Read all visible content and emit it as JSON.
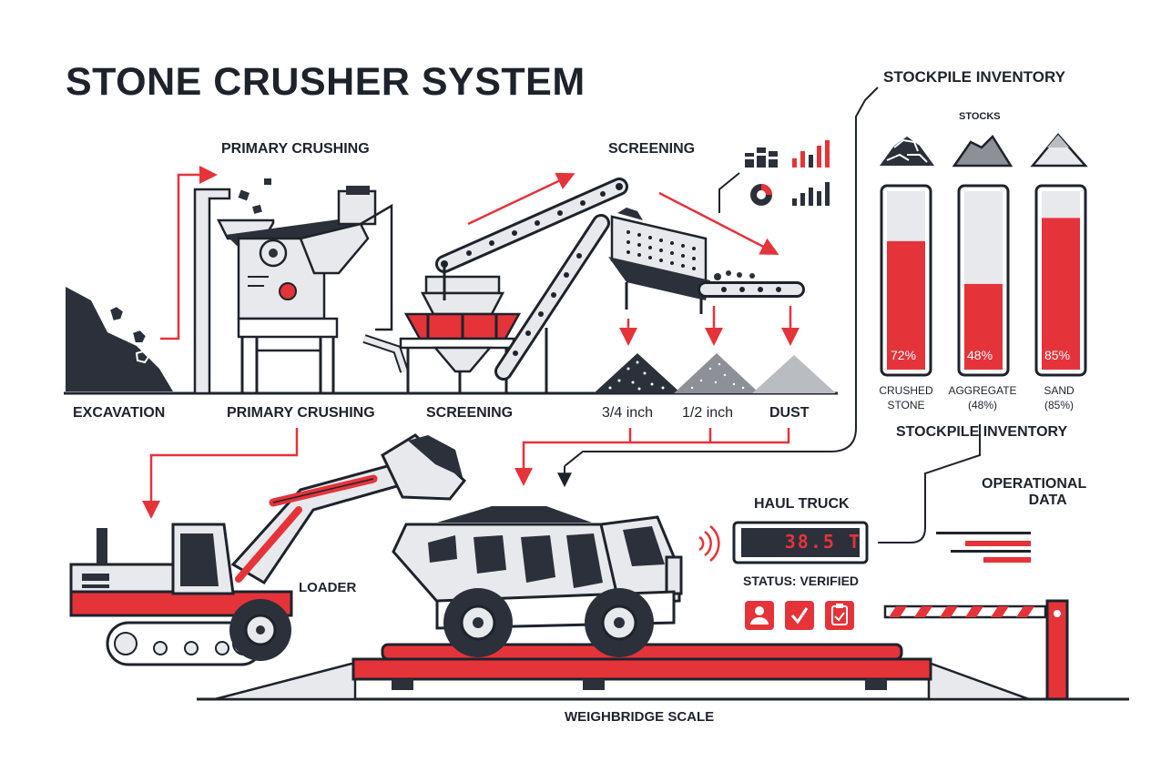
{
  "title": "STONE CRUSHER SYSTEM",
  "flow_top": {
    "primary_crushing": "PRIMARY CRUSHING",
    "screening": "SCREENING"
  },
  "flow_bottom": {
    "excavation": "EXCAVATION",
    "primary_crushing": "PRIMARY CRUSHING",
    "screening": "SCREENING",
    "size_34": "3/4 inch",
    "size_12": "1/2 inch",
    "dust": "DUST"
  },
  "inventory": {
    "header": "STOCKPILE INVENTORY",
    "subheader": "STOCKS",
    "footer": "STOCKPILE INVENTORY",
    "items": [
      {
        "name_line1": "CRUSHED",
        "name_line2": "STONE",
        "level": 0.72,
        "pct_label": "72%"
      },
      {
        "name_line1": "AGGREGATE",
        "name_line2": "(48%)",
        "level": 0.48,
        "pct_label": "48%"
      },
      {
        "name_line1": "SAND",
        "name_line2": "(85%)",
        "level": 0.85,
        "pct_label": "85%"
      }
    ]
  },
  "equipment": {
    "loader": "LOADER",
    "haul_truck": "HAUL TRUCK",
    "weight_display": "38.5 T",
    "status": "STATUS: VERIFIED",
    "operational_data_line1": "OPERATIONAL",
    "operational_data_line2": "DATA",
    "weighbridge": "WEIGHBRIDGE SCALE"
  },
  "colors": {
    "accent": "#e5333a",
    "dark": "#1e232b",
    "light_gray": "#e8e9ec",
    "mid_gray": "#8d9096"
  }
}
